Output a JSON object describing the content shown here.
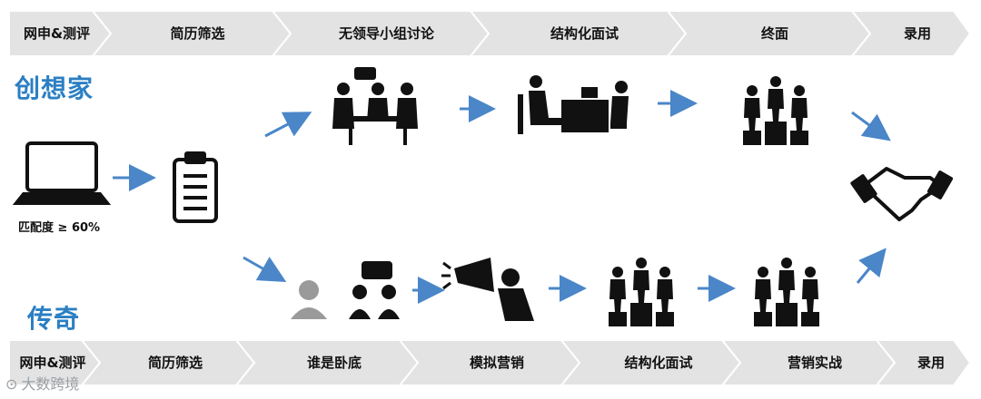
{
  "top_track": {
    "title": "创想家",
    "stages": [
      "网申&测评",
      "简历筛选",
      "无领导小组讨论",
      "结构化面试",
      "终面",
      "录用"
    ]
  },
  "bottom_track": {
    "title": "传奇",
    "stages": [
      "网申&测评",
      "简历筛选",
      "谁是卧底",
      "模拟营销",
      "结构化面试",
      "营销实战",
      "录用"
    ]
  },
  "laptop_caption": "匹配度 ≥ 60%",
  "watermark": "大数跨境",
  "colors": {
    "bar": "#e3e3e3",
    "bar_edge": "#ffffff",
    "title": "#2b7fc3",
    "arrow": "#4a86c8"
  }
}
